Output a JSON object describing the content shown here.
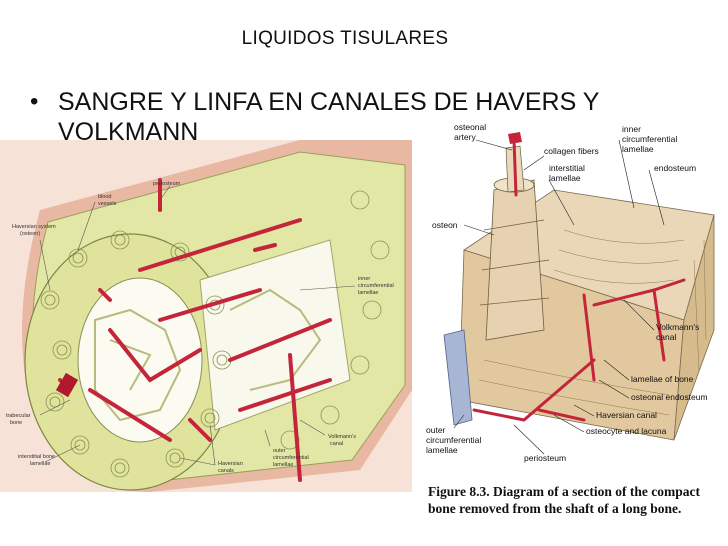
{
  "slide": {
    "title": "LIQUIDOS TISULARES",
    "bullet": "SANGRE Y LINFA EN CANALES DE HAVERS Y VOLKMANN"
  },
  "left_figure": {
    "labels": {
      "periosteum": "periosteum",
      "blood_vessels_1": "blood",
      "blood_vessels_2": "vessels",
      "haversian_system_1": "Haversian system",
      "haversian_system_2": "(osteon)",
      "inner_lamellae_1": "inner",
      "inner_lamellae_2": "circumferential",
      "inner_lamellae_3": "lamellae",
      "trabecular_1": "trabecular",
      "trabecular_2": "bone",
      "interstitial_1": "interstitial bone",
      "interstitial_2": "lamellae",
      "haversian_canals_1": "Haversian",
      "haversian_canals_2": "canals",
      "outer_lamellae_1": "outer",
      "outer_lamellae_2": "circumferential",
      "outer_lamellae_3": "lamellae",
      "volkmann_1": "Volkmann's",
      "volkmann_2": "canal"
    }
  },
  "right_figure": {
    "labels": {
      "osteonal_artery_1": "osteonal",
      "osteonal_artery_2": "artery",
      "collagen_fibers": "collagen fibers",
      "inner_circ_1": "inner",
      "inner_circ_2": "circumferential",
      "inner_circ_3": "lamellae",
      "endosteum": "endosteum",
      "interstitial_1": "interstitial",
      "interstitial_2": "lamellae",
      "osteon": "osteon",
      "volkmanns_1": "Volkmann's",
      "volkmanns_2": "canal",
      "lamellae_of_bone": "lamellae of bone",
      "osteonal_endosteum": "osteonal endosteum",
      "haversian_canal": "Haversian canal",
      "outer_circ_1": "outer",
      "outer_circ_2": "circumferential",
      "outer_circ_3": "lamellae",
      "osteocyte": "osteocyte and lacuna",
      "periosteum": "periosteum"
    },
    "caption_bold_prefix": "Figure 8.3.",
    "caption_text": "Diagram of a section of the compact bone removed from the shaft of a long bone."
  },
  "colors": {
    "bone": "#e3e7a6",
    "vessel": "#c4253a",
    "periosteum": "#e9b8a3",
    "background_skin": "#f3d6c8"
  }
}
